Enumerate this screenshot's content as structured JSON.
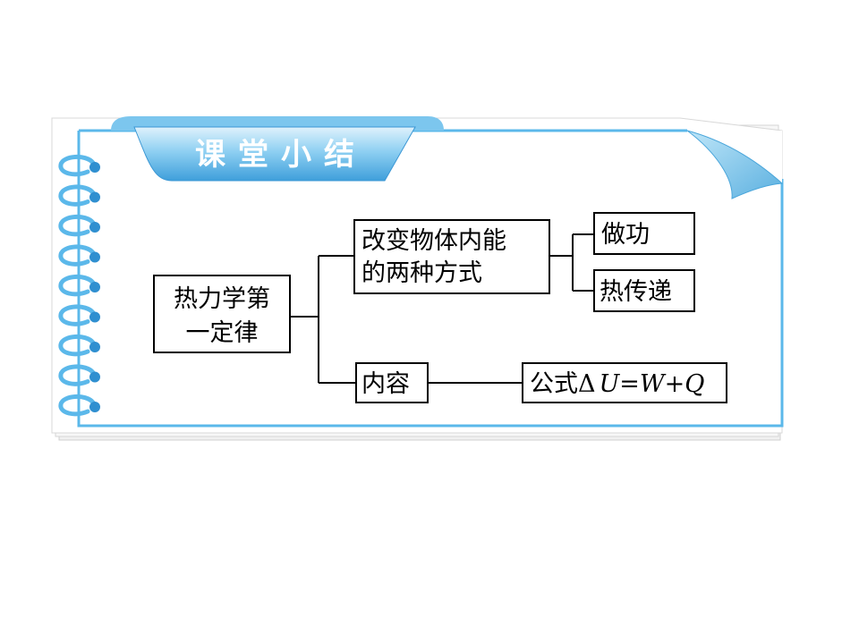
{
  "title": "课堂小结",
  "diagram": {
    "root": [
      "热力学第",
      "一定律"
    ],
    "branch_ways": [
      "改变物体内能",
      "的两种方式"
    ],
    "way_work": "做功",
    "way_heat": "热传递",
    "branch_content": "内容",
    "formula_prefix": "公式Δ",
    "formula_expr": "U=W+Q"
  },
  "colors": {
    "accent": "#5bb8ea",
    "tab_dark": "#2f8fd0",
    "paper": "#ffffff",
    "paper_edge": "#d6d6d6"
  }
}
